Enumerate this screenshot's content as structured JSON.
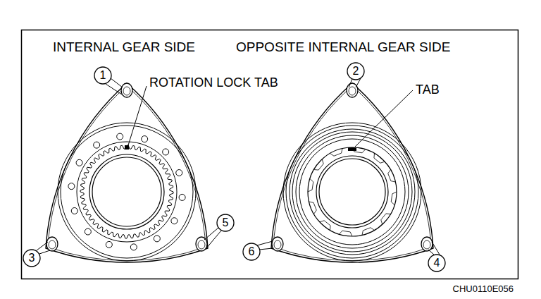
{
  "diagram": {
    "labels": [
      "INTERNAL GEAR SIDE",
      "OPPOSITE INTERNAL GEAR SIDE",
      "1",
      "ROTATION LOCK TAB",
      "2",
      "TAB",
      "5",
      "3",
      "6",
      "4",
      "CHU0110E056"
    ]
  }
}
